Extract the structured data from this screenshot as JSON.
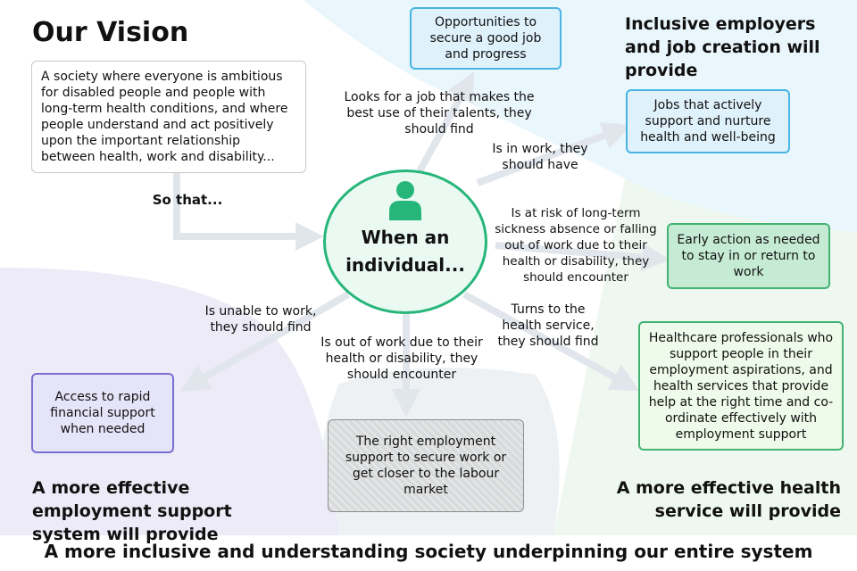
{
  "title": "Our Vision",
  "vision_text": "A society where everyone is ambitious for disabled people and people with long-term health conditions, and where people understand and act positively upon the important relationship between health, work and disability...",
  "so_that": "So that...",
  "center_label": "When an individual...",
  "branches": {
    "job_search": "Looks for a job that makes the best use of their talents, they should find",
    "in_work": "Is in work, they should have",
    "at_risk": "Is at risk of long-term sickness absence or falling out of work due to their health or disability, they should encounter",
    "health_service": "Turns to the health service, they should find",
    "out_of_work": "Is out of work due to their health or disability, they should encounter",
    "unable": "Is unable to work, they should find"
  },
  "outcomes": {
    "opportunities": "Opportunities to secure a good job and progress",
    "jobs_support": "Jobs that actively support and nurture health and well-being",
    "early_action": "Early action as needed to stay in or return to work",
    "healthcare": "Healthcare professionals who support people in their employment aspirations, and health services that provide help at the right time and co-ordinate effectively with employment support",
    "employment_support": "The right employment support to secure work or get closer to the labour market",
    "financial": "Access to rapid financial support when needed"
  },
  "section_headings": {
    "employers": "Inclusive employers and job creation will provide",
    "employment_system": "A more effective employment support system will provide",
    "health_service": "A more effective health service will provide"
  },
  "footer": "A more inclusive and understanding society underpinning our entire system",
  "colors": {
    "center_green": "#27b67a",
    "center_fill": "#eafaf3",
    "blue_fill": "#dff1fb",
    "blue_border": "#4ab5e4",
    "green_fill": "#c6ebd5",
    "green_border": "#42b372",
    "light_green_fill": "#eefaea",
    "lavender_fill": "#e6e4f8",
    "lavender_border": "#7a6fd1",
    "grey_fill": "#d9dadb",
    "arrow": "#e1e6ec"
  },
  "icons": {
    "person": "person-icon"
  }
}
